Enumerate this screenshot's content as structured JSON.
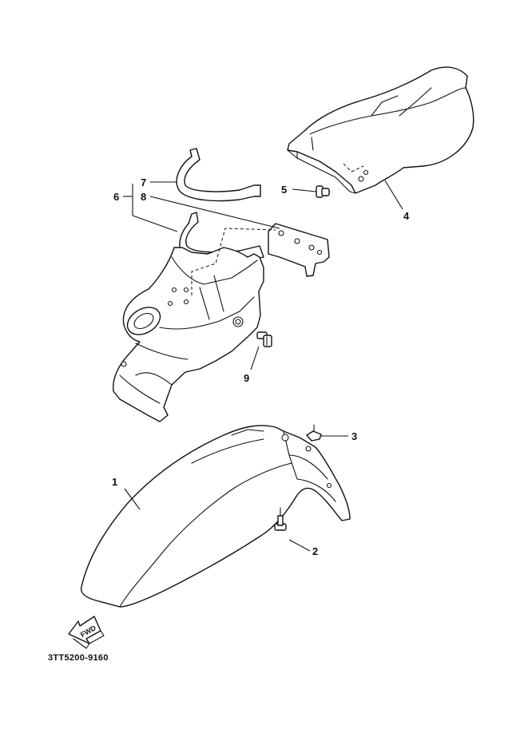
{
  "diagram": {
    "type": "exploded-parts-diagram",
    "drawing_code": "3TT5200-9160",
    "fwd_label": "FWD",
    "callouts": [
      {
        "id": "c1",
        "label": "1"
      },
      {
        "id": "c2",
        "label": "2"
      },
      {
        "id": "c3",
        "label": "3"
      },
      {
        "id": "c4",
        "label": "4"
      },
      {
        "id": "c5",
        "label": "5"
      },
      {
        "id": "c6",
        "label": "6"
      },
      {
        "id": "c7",
        "label": "7"
      },
      {
        "id": "c8",
        "label": "8"
      },
      {
        "id": "c9",
        "label": "9"
      }
    ],
    "colors": {
      "line": "#111111",
      "background": "#ffffff"
    }
  }
}
